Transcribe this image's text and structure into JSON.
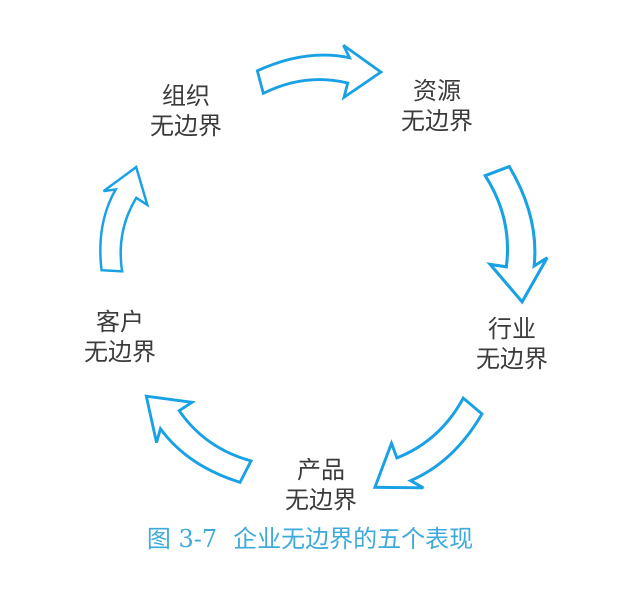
{
  "figure": {
    "type": "cycle-diagram",
    "caption": {
      "label": "图 3-7",
      "title": "企业无边界的五个表现"
    },
    "nodes": [
      {
        "id": "organization",
        "line1": "组织",
        "line2": "无边界"
      },
      {
        "id": "resources",
        "line1": "资源",
        "line2": "无边界"
      },
      {
        "id": "industry",
        "line1": "行业",
        "line2": "无边界"
      },
      {
        "id": "product",
        "line1": "产品",
        "line2": "无边界"
      },
      {
        "id": "customer",
        "line1": "客户",
        "line2": "无边界"
      }
    ],
    "arrows": [
      {
        "from": "组织无边界",
        "to": "资源无边界"
      },
      {
        "from": "资源无边界",
        "to": "行业无边界"
      },
      {
        "from": "行业无边界",
        "to": "产品无边界"
      },
      {
        "from": "产品无边界",
        "to": "客户无边界"
      },
      {
        "from": "客户无边界",
        "to": "组织无边界"
      }
    ]
  },
  "colors": {
    "arrow-stroke": "#18a1e4",
    "caption-text": "#3ea9dc",
    "label-text": "#3b3b3b",
    "background": "#ffffff"
  }
}
